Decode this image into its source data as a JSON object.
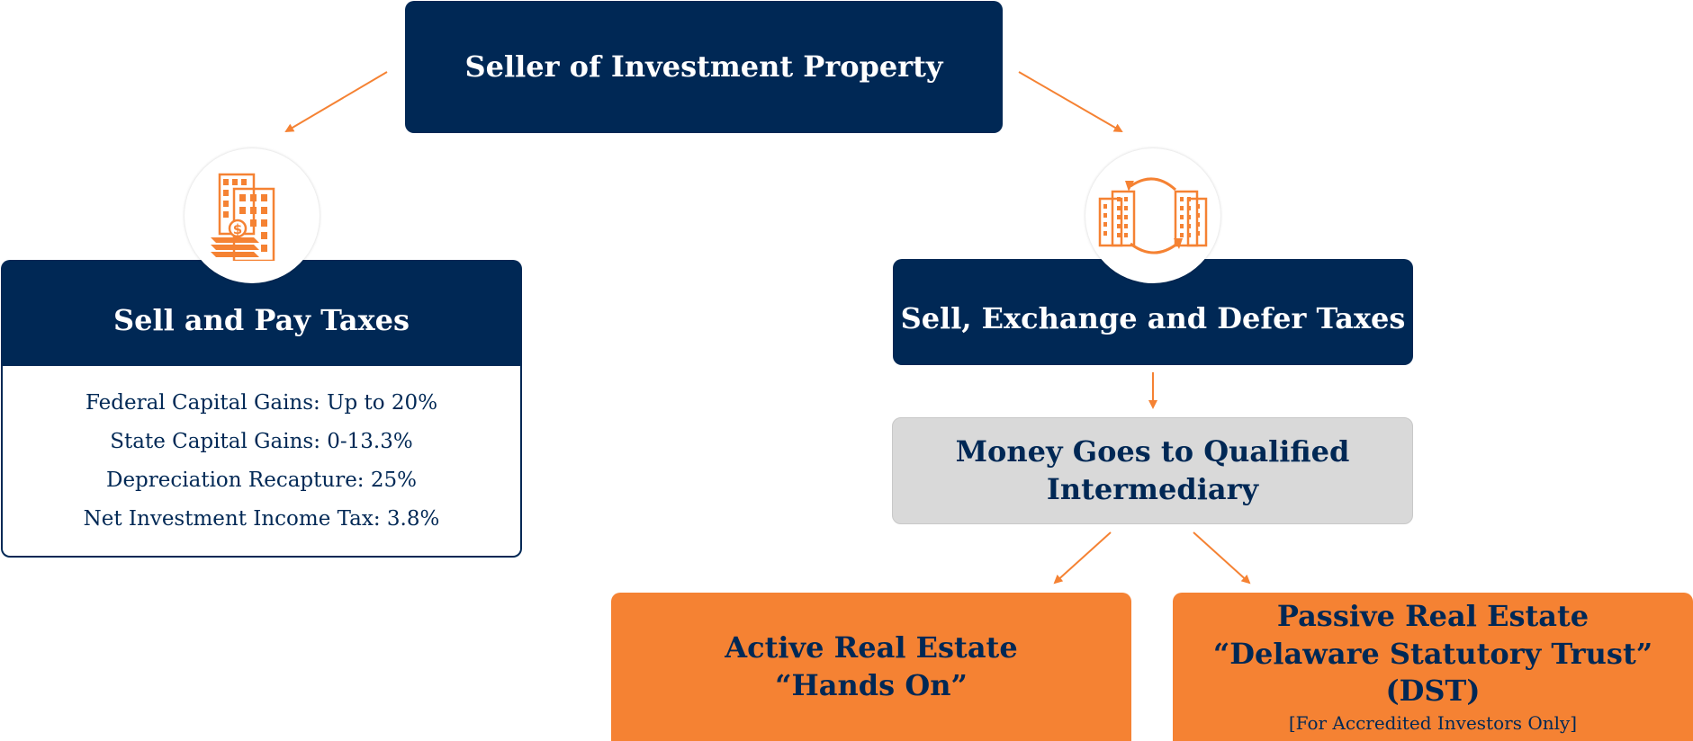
{
  "top": {
    "title": "Seller of Investment Property"
  },
  "left_branch": {
    "title": "Sell and Pay Taxes",
    "icon": "buildings-money-icon",
    "items": [
      "Federal Capital Gains: Up to 20%",
      "State Capital Gains: 0-13.3%",
      "Depreciation Recapture: 25%",
      "Net Investment Income Tax: 3.8%"
    ]
  },
  "right_branch": {
    "title": "Sell, Exchange and Defer Taxes",
    "icon": "buildings-exchange-icon"
  },
  "intermediary": {
    "line1": "Money Goes to Qualified",
    "line2": "Intermediary"
  },
  "active": {
    "line1": "Active Real Estate",
    "line2": "“Hands On”"
  },
  "passive": {
    "line1": "Passive Real Estate",
    "line2": "“Delaware Statutory Trust” (DST)",
    "note": "[For Accredited Investors Only]"
  },
  "colors": {
    "navy": "#002855",
    "orange": "#f58233",
    "grey": "#d9d9d9"
  }
}
